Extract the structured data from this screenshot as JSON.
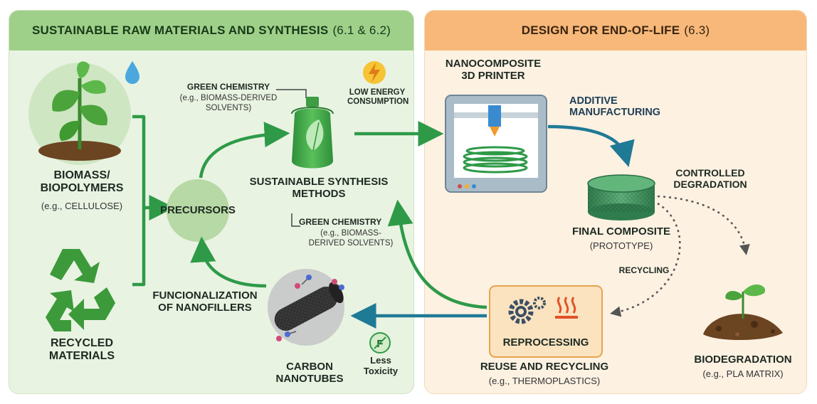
{
  "left_panel": {
    "title": "SUSTAINABLE RAW MATERIALS AND SYNTHESIS",
    "ref": "(6.1 & 6.2)"
  },
  "right_panel": {
    "title": "DESIGN FOR END-OF-LIFE",
    "ref": "(6.3)"
  },
  "biomass": {
    "title_line1": "BIOMASS/",
    "title_line2": "BIOPOLYMERS",
    "example": "(e.g., CELLULOSE)"
  },
  "recycled": {
    "title_line1": "RECYCLED",
    "title_line2": "MATERIALS"
  },
  "precursors": {
    "label": "PRECURSORS"
  },
  "green_chem_top": {
    "line1": "GREEN CHEMISTRY",
    "line2": "(e.g., BIOMASS-DERIVED",
    "line3": "SOLVENTS)"
  },
  "low_energy": {
    "line1": "LOW ENERGY",
    "line2": "CONSUMPTION"
  },
  "synthesis": {
    "line1": "SUSTAINABLE SYNTHESIS",
    "line2": "METHODS"
  },
  "green_chem_bottom": {
    "line1": "GREEN CHEMISTRY",
    "line2": "(e.g., BIOMASS-",
    "line3": "DERIVED SOLVENTS)"
  },
  "funcionalization": {
    "line1": "FUNCIONALIZATION",
    "line2": "OF NANOFILLERS"
  },
  "cnt": {
    "line1": "CARBON",
    "line2": "NANOTUBES"
  },
  "less_toxicity": {
    "line1": "Less",
    "line2": "Toxicity"
  },
  "printer": {
    "line1": "NANOCOMPOSITE",
    "line2": "3D PRINTER"
  },
  "additive": {
    "line1": "ADDITIVE",
    "line2": "MANUFACTURING"
  },
  "controlled": {
    "line1": "CONTROLLED",
    "line2": "DEGRADATION"
  },
  "final_composite": {
    "title": "FINAL COMPOSITE",
    "sub": "(PROTOTYPE)"
  },
  "recycling_label": "RECYCLING",
  "reprocessing": {
    "label": "REPROCESSING"
  },
  "reuse": {
    "title": "REUSE AND RECYCLING",
    "sub": "(e.g., THERMOPLASTICS)"
  },
  "biodegradation": {
    "title": "BIODEGRADATION",
    "sub": "(e.g., PLA MATRIX)"
  },
  "colors": {
    "green_arrow": "#2e9a48",
    "teal_arrow": "#1f7a95",
    "left_bg": "#e9f3e2",
    "right_bg": "#fdf1e2"
  }
}
